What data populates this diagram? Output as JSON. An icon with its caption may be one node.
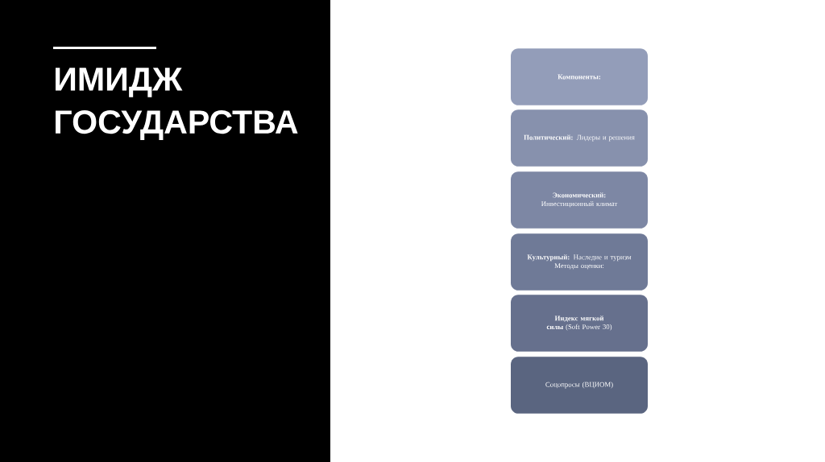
{
  "diagram": {
    "title": "ИМИДЖ ГОСУДАРСТВА",
    "nodes": [
      {
        "text": [
          "Компоненты:"
        ]
      },
      {
        "text": [
          "**Политический:** Лидеры и решения"
        ]
      },
      {
        "text": [
          "**Экономический:** Инвестиционный климат"
        ]
      },
      {
        "text": [
          "**Культурный:** Наследие и туризм",
          "Методы оценки:"
        ]
      },
      {
        "text": [
          "**Индекс мягкой силы** (Soft Power 30)"
        ]
      },
      {
        "text": [
          "Соцопросы (ВЦИОМ)"
        ]
      }
    ]
  }
}
